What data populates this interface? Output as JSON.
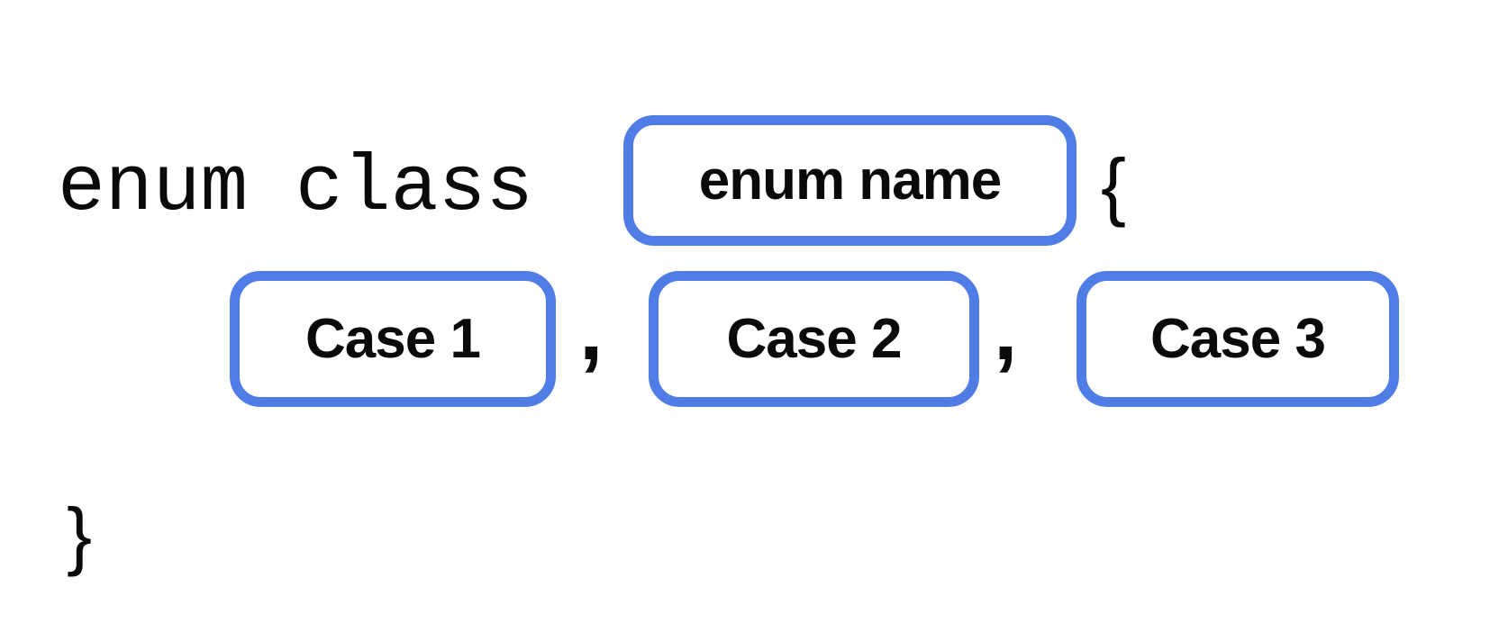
{
  "syntax": {
    "keyword": "enum class",
    "name_placeholder": "enum name",
    "open_brace": "{",
    "close_brace": "}",
    "separator": ",",
    "cases": [
      "Case 1",
      "Case 2",
      "Case 3"
    ],
    "colors": {
      "box_border": "#4F7DE5",
      "text": "#0a0a0a",
      "background": "#ffffff"
    }
  }
}
